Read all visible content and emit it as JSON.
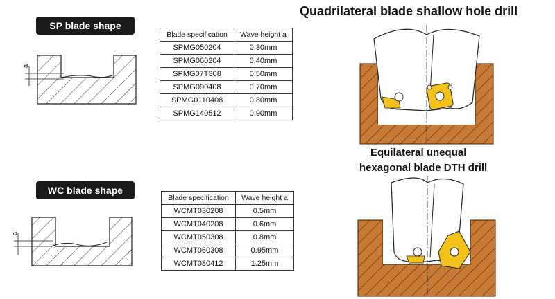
{
  "sp": {
    "title": "SP blade shape",
    "dim_label": "a",
    "table": {
      "headers": [
        "Blade specification",
        "Wave height a"
      ],
      "rows": [
        [
          "SPMG050204",
          "0.30mm"
        ],
        [
          "SPMG060204",
          "0.40mm"
        ],
        [
          "SPMG07T308",
          "0.50mm"
        ],
        [
          "SPMG090408",
          "0.70mm"
        ],
        [
          "SPMG0110408",
          "0.80mm"
        ],
        [
          "SPMG140512",
          "0.90mm"
        ]
      ]
    }
  },
  "wc": {
    "title": "WC blade shape",
    "dim_label": "a",
    "table": {
      "headers": [
        "Blade specification",
        "Wave height a"
      ],
      "rows": [
        [
          "WCMT030208",
          "0.5mm"
        ],
        [
          "WCMT040208",
          "0.6mm"
        ],
        [
          "WCMT050308",
          "0.8mm"
        ],
        [
          "WCMT060308",
          "0.95mm"
        ],
        [
          "WCMT080412",
          "1.25mm"
        ]
      ]
    }
  },
  "right": {
    "title_top": "Quadrilateral blade shallow hole drill",
    "title_mid_line1": "Equilateral unequal",
    "title_mid_line2": "hexagonal blade DTH drill"
  },
  "colors": {
    "badge_bg": "#1a1a1a",
    "wood": "#c97a35",
    "insert": "#f2c21b",
    "tool": "#ffffff"
  }
}
